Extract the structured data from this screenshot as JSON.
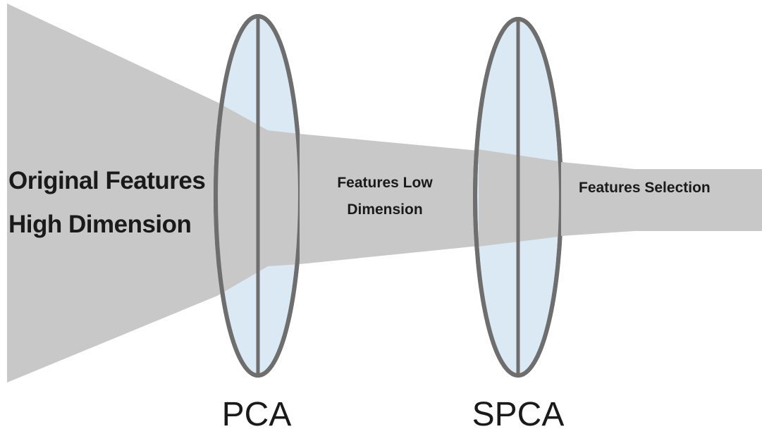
{
  "stages": {
    "original": {
      "line1": "Original Features",
      "line2": "High Dimension"
    },
    "low": {
      "line1": "Features Low",
      "line2": "Dimension"
    },
    "selection": {
      "line1": "Features Selection"
    }
  },
  "lenses": {
    "first": {
      "label": "PCA"
    },
    "second": {
      "label": "SPCA"
    }
  },
  "colors": {
    "beam": "#c8c8c8",
    "lens_fill": "#dbe9f5",
    "lens_stroke": "#6e6e6e"
  }
}
